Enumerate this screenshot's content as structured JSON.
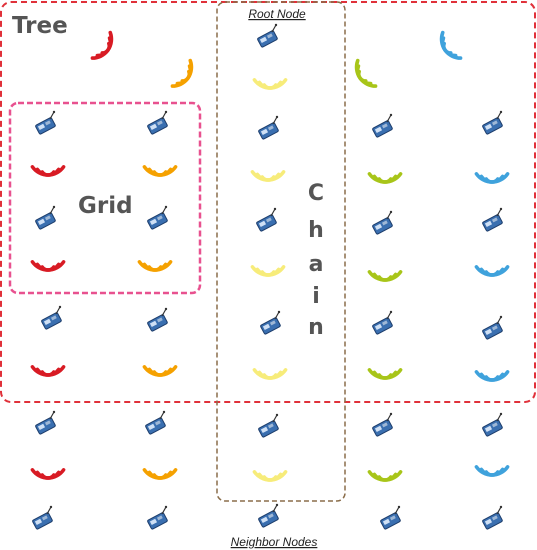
{
  "labels": {
    "tree": "Tree",
    "grid": "Grid",
    "chain": [
      "C",
      "h",
      "a",
      "i",
      "n"
    ],
    "root_node": "Root Node",
    "neighbor_nodes": "Neighbor Nodes"
  },
  "colors": {
    "tree_border": "#e0313a",
    "grid_border": "#e8518f",
    "chain_border": "#8a6d4a",
    "signal_red": "#d81b24",
    "signal_orange": "#f5a100",
    "signal_yellow": "#f7ec7a",
    "signal_green": "#a8c519",
    "signal_blue": "#3fa2dc",
    "label_gray": "#555555"
  },
  "icons": {
    "node": "sensor-node-icon",
    "signal": "wireless-signal-icon"
  }
}
